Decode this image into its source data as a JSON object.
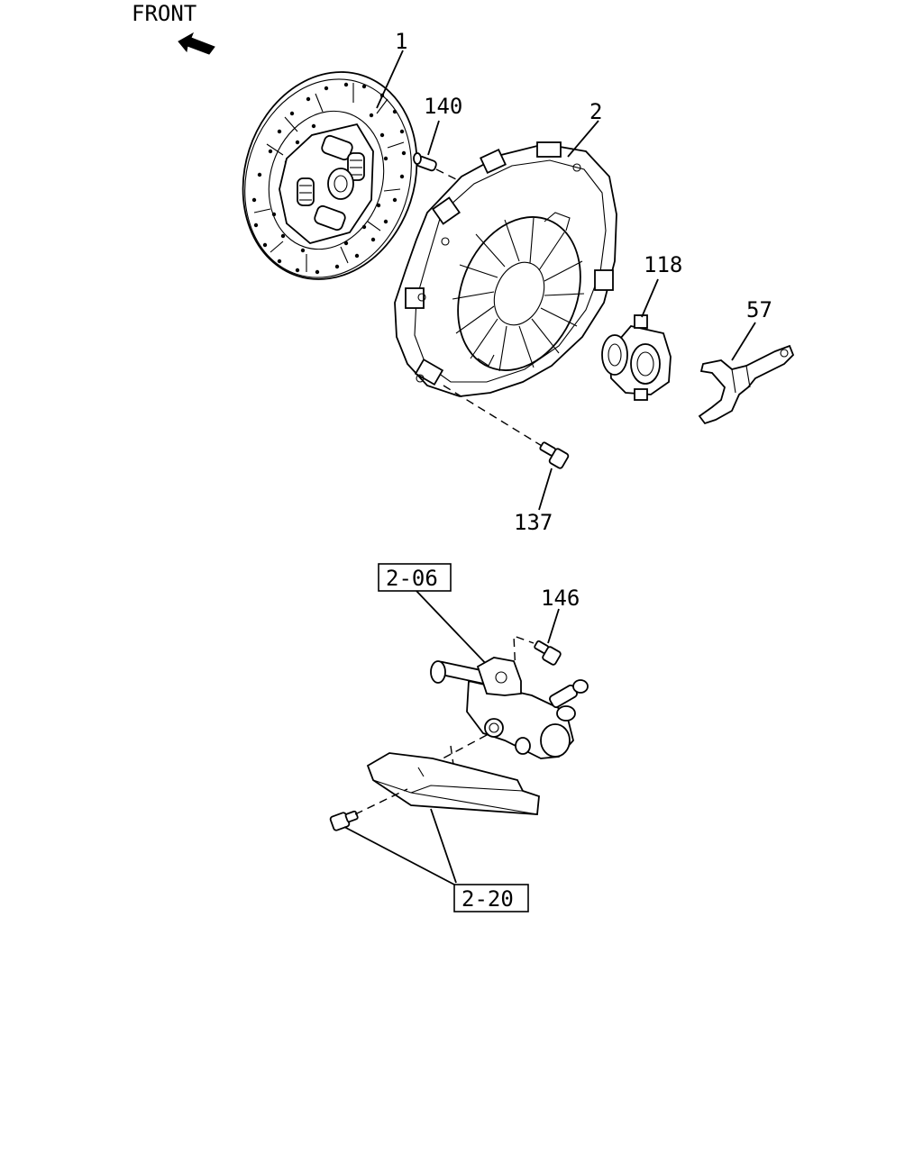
{
  "diagram": {
    "front_label": "FRONT",
    "callouts": {
      "part_1": "1",
      "part_2": "2",
      "part_140": "140",
      "part_118": "118",
      "part_57": "57",
      "part_137": "137",
      "part_146": "146"
    },
    "reference_boxes": {
      "ref_upper": "2-06",
      "ref_lower": "2-20"
    }
  }
}
